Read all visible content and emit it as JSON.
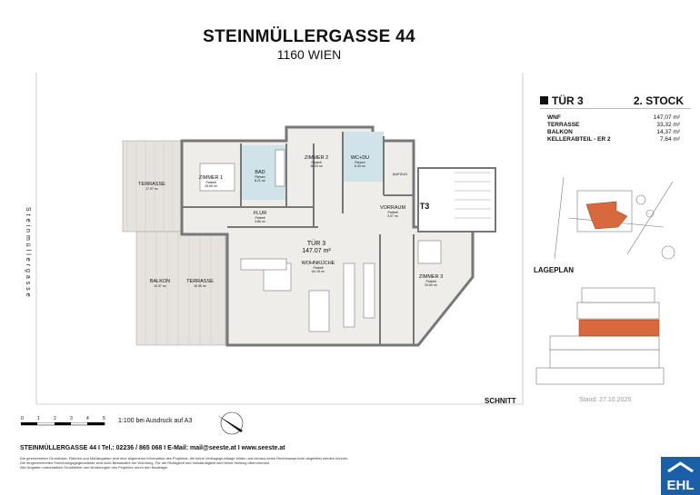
{
  "header": {
    "title": "STEINMÜLLERGASSE 44",
    "subtitle": "1160 WIEN"
  },
  "street_label": "Steinmüllergasse",
  "unit": {
    "name": "TÜR 3",
    "floor": "2. STOCK",
    "areas": [
      {
        "label": "WNF",
        "value": "147,07 m²"
      },
      {
        "label": "TERRASSE",
        "value": "33,32 m²"
      },
      {
        "label": "BALKON",
        "value": "14,37 m²"
      },
      {
        "label": "KELLERABTEIL - ER 2",
        "value": "7,64 m²"
      }
    ]
  },
  "rooms": {
    "terrasse1": {
      "name": "TERRASSE",
      "area": "17.97 m²"
    },
    "zimmer1": {
      "name": "ZIMMER 1",
      "floor": "Parkett",
      "area": "15.59 m²"
    },
    "bad": {
      "name": "BAD",
      "floor": "Fliesen",
      "area": "8.21 m²"
    },
    "zimmer2": {
      "name": "ZIMMER 2",
      "floor": "Parkett",
      "area": "18.03 m²"
    },
    "wcdu": {
      "name": "WC+DU",
      "floor": "Fliesen",
      "area": "6.43 m²"
    },
    "aufzug": {
      "name": "AUFZUG"
    },
    "flur": {
      "name": "FLUR",
      "floor": "Parkett",
      "area": "3.86 m²"
    },
    "vorraum": {
      "name": "VORRAUM",
      "floor": "Parkett",
      "area": "3.07 m²"
    },
    "stair": {
      "name": "T3"
    },
    "unit": {
      "name": "TÜR 3",
      "area": "147.07 m²"
    },
    "wohnkueche": {
      "name": "WOHNKÜCHE",
      "floor": "Parkett",
      "area": "64.18 m²"
    },
    "zimmer3": {
      "name": "ZIMMER 3",
      "floor": "Parkett",
      "area": "24.60 m²"
    },
    "balkon": {
      "name": "BALKON",
      "area": "14.37 m²"
    },
    "terrasse2": {
      "name": "TERRASSE",
      "area": "15.35 m²"
    }
  },
  "lageplan_label": "LAGEPLAN",
  "schnitt_label": "SCHNITT",
  "stand": "Stand: 27.10.2025",
  "scale": {
    "ticks": [
      "0",
      "1",
      "2",
      "3",
      "4",
      "5"
    ],
    "note": "1:100 bei Ausdruck auf A3"
  },
  "footer": {
    "contact": "STEINMÜLLERGASSE 44 I Tel.: 02236 / 865 068 I E-Mail: mail@seeste.at I www.seeste.at",
    "disclaimer": [
      "Die gezeichneten Grundrisse, Flächen und Maßangaben sind eine allgemeine Information des Projektes, die keine Vertragsgrundlage bilden und hieraus keine Rechtsansprüche abgeleitet werden können.",
      "Die eingezeichneten Einrichtungsgegenstände sind nicht Bestandteil der Wohnung. Für die Richtigkeit und Vollständigkeit wird keine Haftung übernommen.",
      "Alle Angaben vorbehaltlich Druckfehler und Änderungen des Projektes durch den Bauträger."
    ]
  },
  "logo": "EHL",
  "colors": {
    "highlight": "#d8693e",
    "wet_room": "#cfe3e8",
    "floor": "#efedea",
    "logo": "#1a5fa8"
  }
}
